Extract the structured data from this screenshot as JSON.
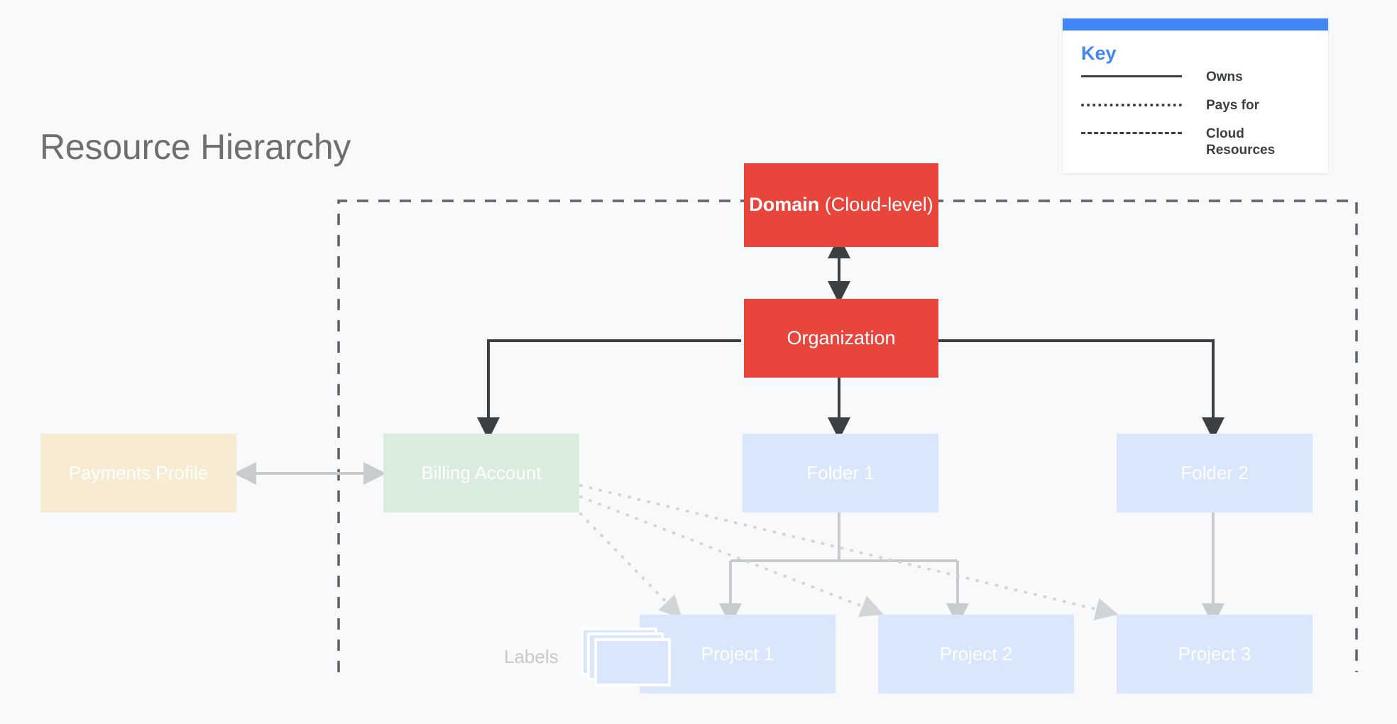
{
  "page": {
    "title": "Resource Hierarchy",
    "background_color": "#f7f9fa"
  },
  "key": {
    "title": "Key",
    "accent_color": "#4285f4",
    "text_color": "#3c4043",
    "rows": [
      {
        "style": "solid",
        "label": "Owns"
      },
      {
        "style": "dotted",
        "label": "Pays for"
      },
      {
        "style": "dashed",
        "label": "Cloud Resources"
      }
    ]
  },
  "diagram": {
    "cloud_boundary": {
      "name": "Cloud Resources boundary",
      "style": "dashed",
      "color": "#5f6368"
    },
    "nodes": {
      "domain": {
        "label_bold": "Domain",
        "label_rest": " (Cloud-level)",
        "color": "#e8453c",
        "text_color": "#ffffff"
      },
      "organization": {
        "label": "Organization",
        "color": "#e8453c",
        "text_color": "#ffffff"
      },
      "payments_profile": {
        "label": "Payments Profile",
        "color": "#f7ecd2",
        "text_color": "#ffffff"
      },
      "billing_account": {
        "label": "Billing Account",
        "color": "#d9ecdd",
        "text_color": "#ffffff"
      },
      "folder_1": {
        "label": "Folder 1",
        "color": "#d9e6fb",
        "text_color": "#ffffff"
      },
      "folder_2": {
        "label": "Folder 2",
        "color": "#d9e6fb",
        "text_color": "#ffffff"
      },
      "project_1": {
        "label": "Project 1",
        "color": "#d9e6fb",
        "text_color": "#ffffff"
      },
      "project_2": {
        "label": "Project 2",
        "color": "#d9e6fb",
        "text_color": "#ffffff"
      },
      "project_3": {
        "label": "Project 3",
        "color": "#d9e6fb",
        "text_color": "#ffffff"
      }
    },
    "labels_annotation": {
      "label": "Labels",
      "color": "#c6c9cc"
    },
    "edges": [
      {
        "from": "domain",
        "to": "organization",
        "style": "solid",
        "arrows": "both"
      },
      {
        "from": "organization",
        "to": "billing_account",
        "style": "solid",
        "arrows": "end"
      },
      {
        "from": "organization",
        "to": "folder_1",
        "style": "solid",
        "arrows": "end"
      },
      {
        "from": "organization",
        "to": "folder_2",
        "style": "solid",
        "arrows": "end"
      },
      {
        "from": "payments_profile",
        "to": "billing_account",
        "style": "solid",
        "arrows": "both"
      },
      {
        "from": "folder_1",
        "to": "project_1",
        "style": "solid",
        "arrows": "end"
      },
      {
        "from": "folder_1",
        "to": "project_2",
        "style": "solid",
        "arrows": "end"
      },
      {
        "from": "folder_2",
        "to": "project_3",
        "style": "solid",
        "arrows": "end"
      },
      {
        "from": "billing_account",
        "to": "project_1",
        "style": "dotted",
        "arrows": "end"
      },
      {
        "from": "billing_account",
        "to": "project_2",
        "style": "dotted",
        "arrows": "end"
      },
      {
        "from": "billing_account",
        "to": "project_3",
        "style": "dotted",
        "arrows": "end"
      }
    ]
  }
}
